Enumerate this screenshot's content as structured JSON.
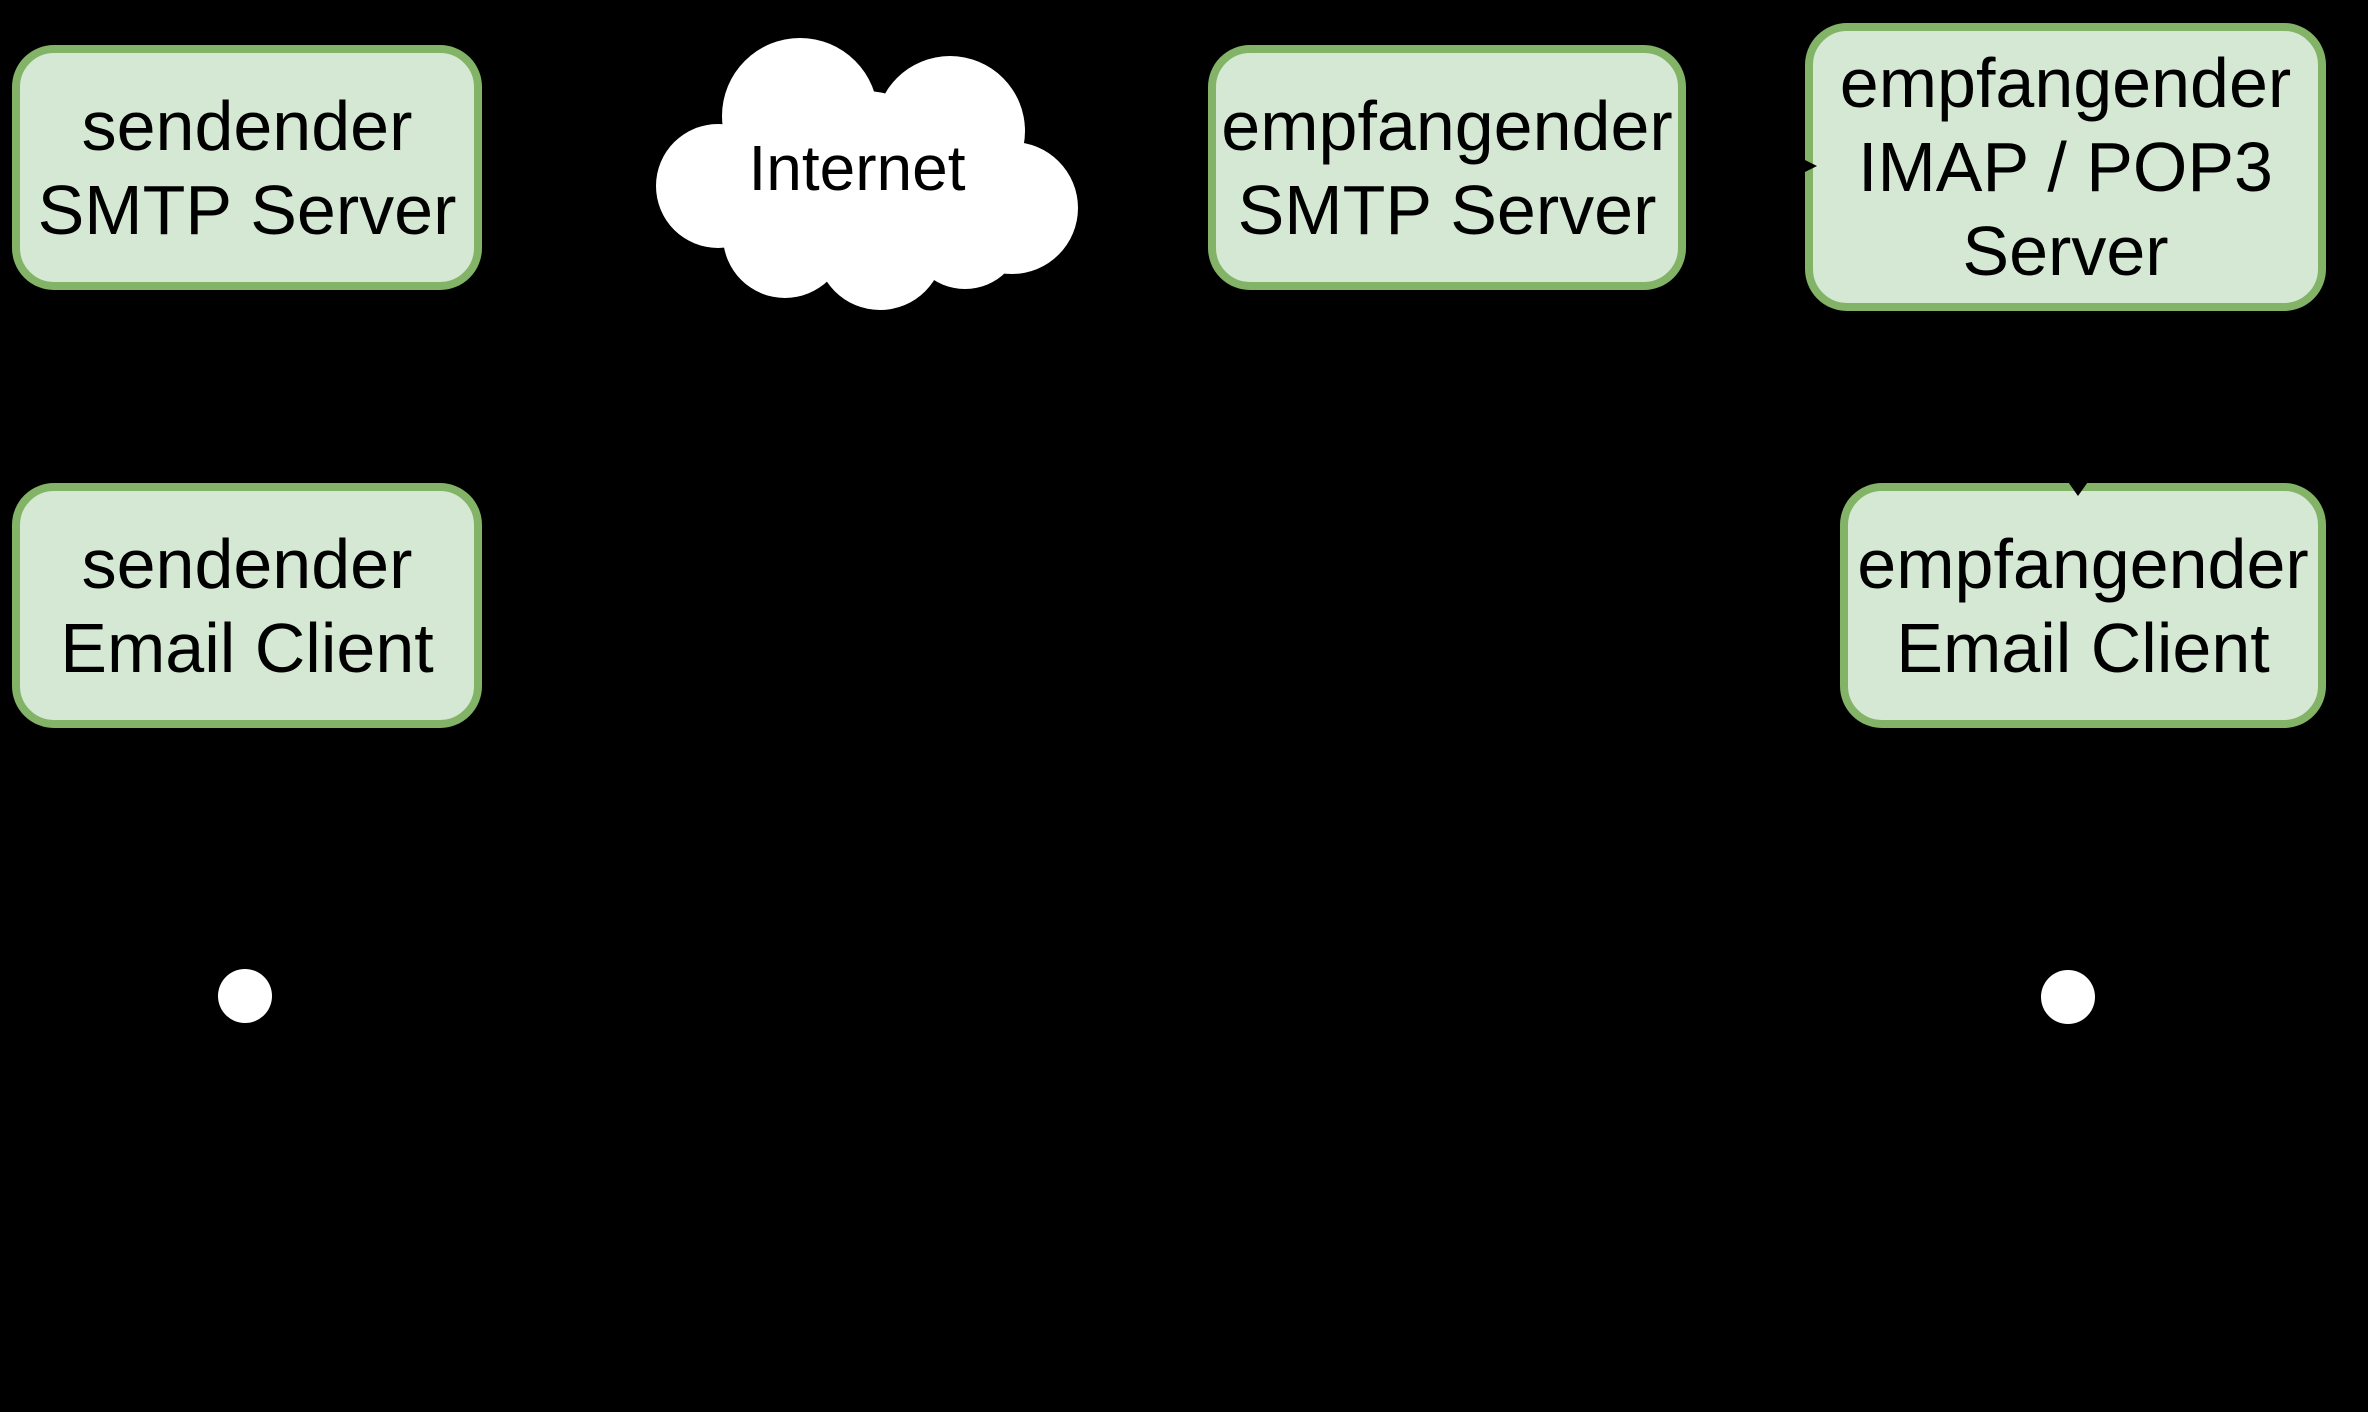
{
  "colors": {
    "background": "#000000",
    "node_fill": "#d5e8d4",
    "node_border": "#82b366",
    "cloud_fill": "#ffffff",
    "text": "#000000",
    "dot_fill": "#ffffff"
  },
  "nodes": {
    "sender_smtp": {
      "line1": "sendender",
      "line2": "SMTP Server"
    },
    "internet": {
      "label": "Internet"
    },
    "receiver_smtp": {
      "line1": "empfangender",
      "line2": "SMTP Server"
    },
    "receiver_imap": {
      "line1": "empfangender",
      "line2": "IMAP / POP3",
      "line3": "Server"
    },
    "sender_client": {
      "line1": "sendender",
      "line2": "Email Client"
    },
    "receiver_client": {
      "line1": "empfangender",
      "line2": "Email Client"
    }
  }
}
